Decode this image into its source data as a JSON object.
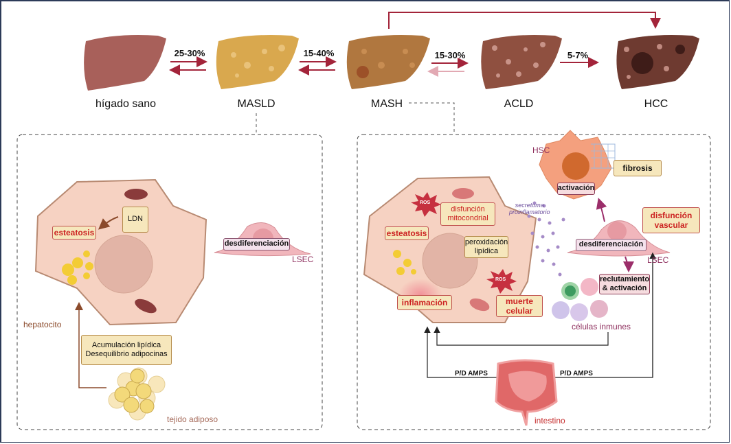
{
  "stages": [
    {
      "id": "healthy",
      "label": "hígado sano",
      "color": "#a8605a"
    },
    {
      "id": "masld",
      "label": "MASLD",
      "color": "#d9a84e"
    },
    {
      "id": "mash",
      "label": "MASH",
      "color": "#b0773f"
    },
    {
      "id": "acld",
      "label": "ACLD",
      "color": "#8f5040"
    },
    {
      "id": "hcc",
      "label": "HCC",
      "color": "#6e3a30"
    }
  ],
  "transitions": [
    {
      "from": "hígado sano",
      "to": "MASLD",
      "label": "25-30%",
      "reversible": true
    },
    {
      "from": "MASLD",
      "to": "MASH",
      "label": "15-40%",
      "reversible": true
    },
    {
      "from": "MASH",
      "to": "ACLD",
      "label": "15-30%",
      "reversible": true
    },
    {
      "from": "ACLD",
      "to": "HCC",
      "label": "5-7%",
      "reversible": false
    },
    {
      "from": "MASH",
      "to": "HCC",
      "label": "",
      "reversible": false
    }
  ],
  "arrow_color": "#a3243a",
  "masld_panel": {
    "hepatocyte_label": "hepatocito",
    "ldn_label": "LDN",
    "steatosis_label": "esteatosis",
    "lsec_box": "desdiferenciación",
    "lsec_label": "LSEC",
    "adipose_box_line1": "Acumulación lipídica",
    "adipose_box_line2": "Desequilibrio adipocinas",
    "adipose_label": "tejido adiposo"
  },
  "mash_panel": {
    "ros_label_1": "ROS",
    "ros_label_2": "ROS",
    "mito_box_line1": "disfunción",
    "mito_box_line2": "mitocondrial",
    "steatosis_label": "esteatosis",
    "perox_line1": "peroxidación",
    "perox_line2": "lipídica",
    "inflam_label": "inflamación",
    "death_line1": "muerte",
    "death_line2": "celular",
    "secretome_line1": "secretoma",
    "secretome_line2": "proinflamatorio",
    "hsc_label": "HSC",
    "activation_label": "activación",
    "fibrosis_label": "fibrosis",
    "vascular_line1": "disfunción",
    "vascular_line2": "vascular",
    "dediff_label": "desdiferenciación",
    "lsec_label": "LSEC",
    "recruit_line1": "reclutamiento",
    "recruit_line2": "& activación",
    "immune_label": "células inmunes",
    "pamps_left": "P/D AMPS",
    "pamps_right": "P/D AMPS",
    "gut_label": "intestino"
  }
}
